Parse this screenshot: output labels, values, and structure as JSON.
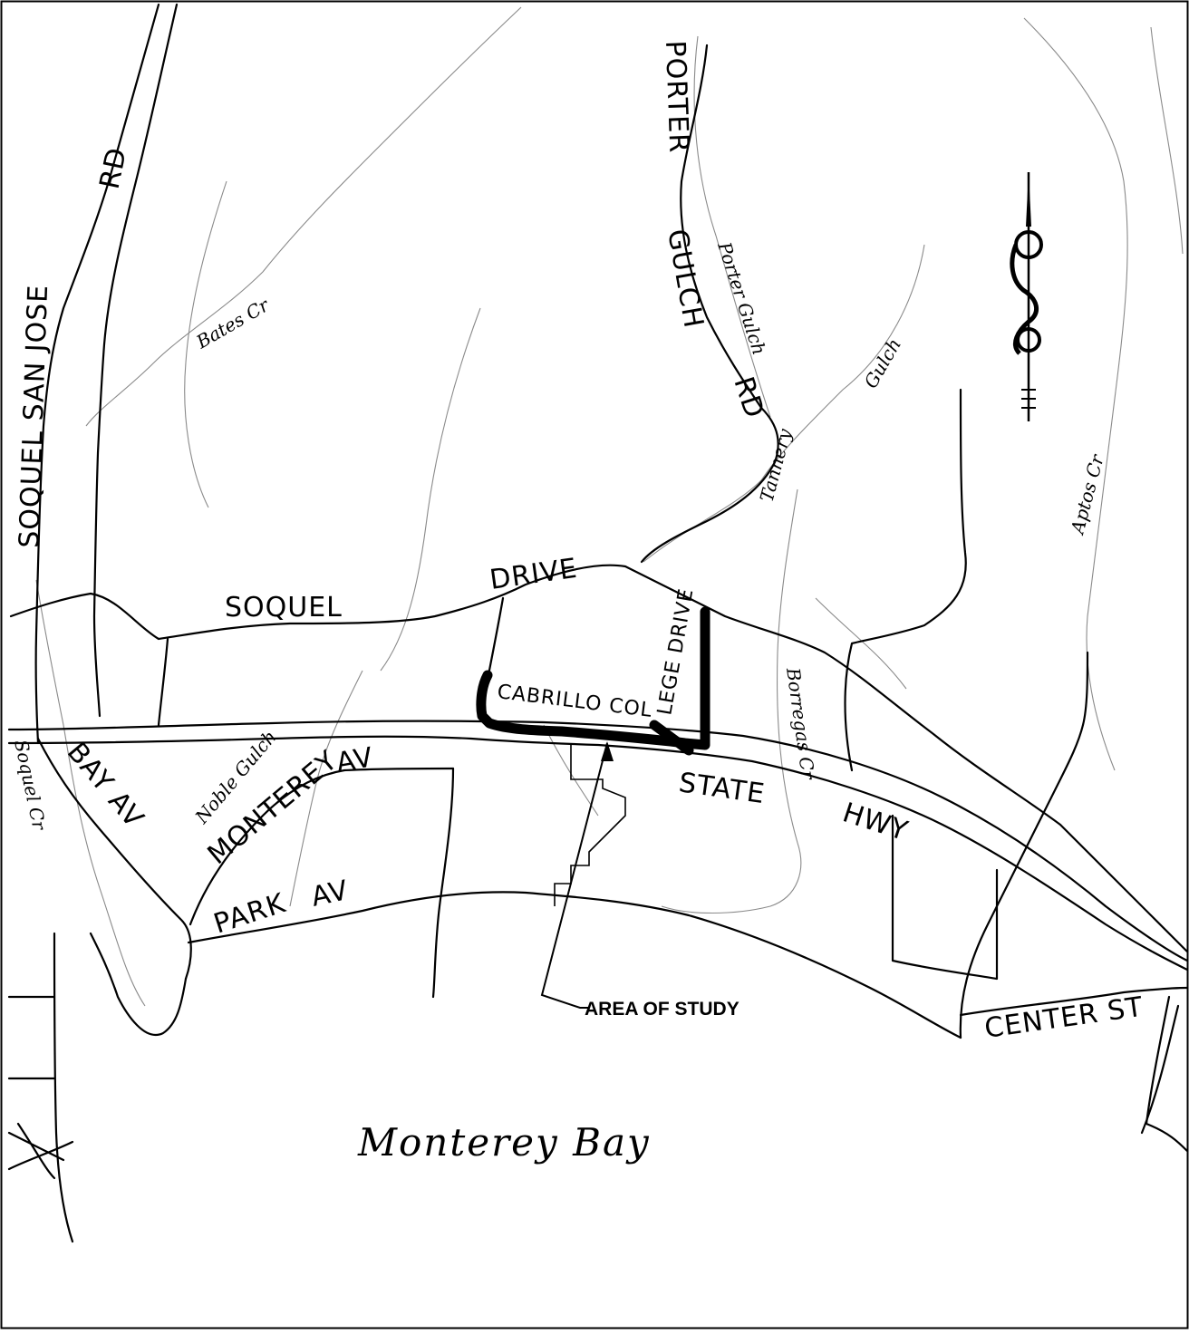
{
  "map": {
    "road_labels": {
      "soquel_san_jose": "SOQUEL SAN JOSE",
      "rd": "RD",
      "porter": "PORTER",
      "gulch": "GULCH",
      "porter_rd": "RD",
      "soquel": "SOQUEL",
      "drive": "DRIVE",
      "cabrillo_col": "CABRILLO COL",
      "lege_drive": "LEGE DRIVE",
      "bay_av": "BAY AV",
      "monterey_av_1": "MONTEREY",
      "monterey_av_2": "AV",
      "park": "PARK",
      "park_av": "AV",
      "state": "STATE",
      "hwy": "HWY",
      "center_st": "CENTER ST"
    },
    "creek_labels": {
      "bates": "Bates Cr",
      "porter_gulch": "Porter Gulch",
      "tannery": "Tannery",
      "gulch": "Gulch",
      "aptos": "Aptos Cr",
      "borregas": "Borregas Cr",
      "noble": "Noble Gulch",
      "soquel_cr": "Soquel Cr"
    },
    "water_label": "Monterey Bay",
    "callout": "AREA OF STUDY",
    "north_arrow_icon": "north-arrow-icon"
  }
}
